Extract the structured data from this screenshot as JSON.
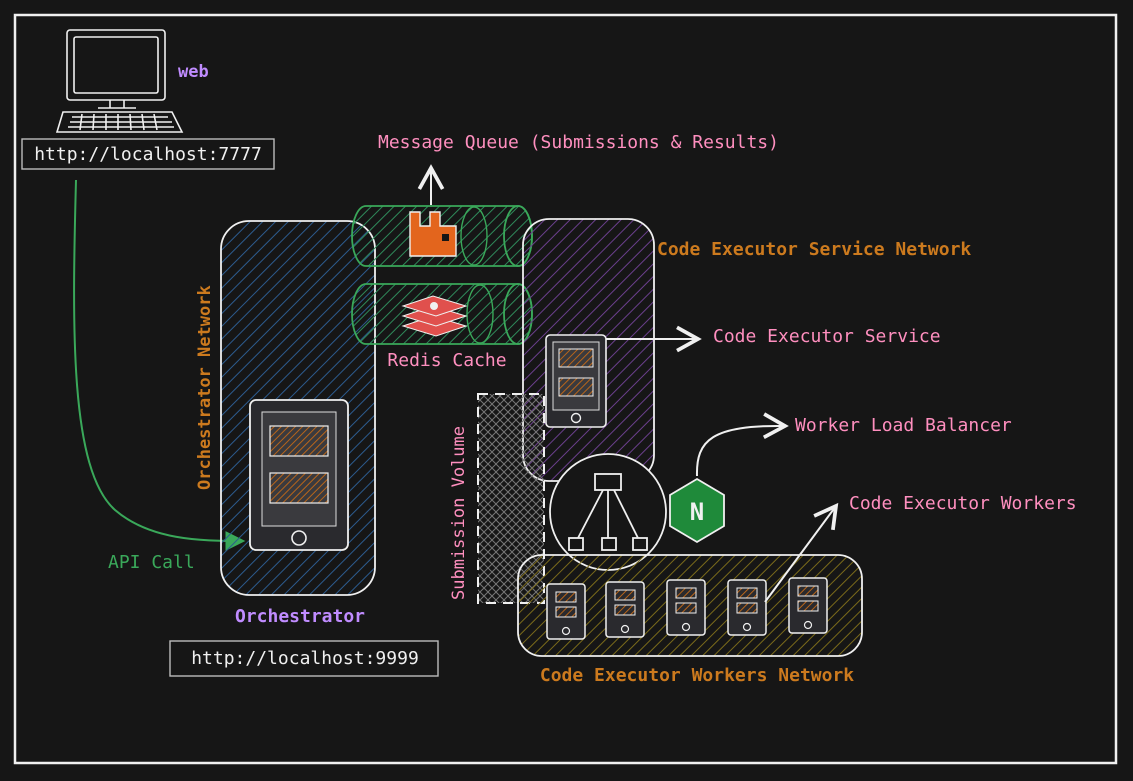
{
  "labels": {
    "web": "web",
    "web_url": "http://localhost:7777",
    "message_queue": "Message Queue (Submissions & Results)",
    "redis_cache": "Redis Cache",
    "orchestrator_network": "Orchestrator Network",
    "orchestrator": "Orchestrator",
    "orchestrator_url": "http://localhost:9999",
    "api_call": "API Call",
    "code_executor_service_network": "Code Executor Service Network",
    "code_executor_service": "Code Executor Service",
    "worker_load_balancer": "Worker Load Balancer",
    "code_executor_workers": "Code Executor Workers",
    "code_executor_workers_network": "Code Executor Workers Network",
    "submission_volume": "Submission Volume",
    "nginx_letter": "N"
  },
  "colors": {
    "background": "#161616",
    "white": "#f0f0f0",
    "purple": "#c08cff",
    "pink": "#ff8fbf",
    "orange": "#cc7a1e",
    "green": "#3aa85a",
    "blue_hatch": "#2c5b8e",
    "purple_hatch": "#6a3f8c",
    "green_hatch": "#2f8a5a",
    "olive_hatch": "#7a6a1a",
    "rabbit_orange": "#e3651d",
    "redis_red": "#e0504d",
    "nginx_green": "#1f8a3a"
  }
}
